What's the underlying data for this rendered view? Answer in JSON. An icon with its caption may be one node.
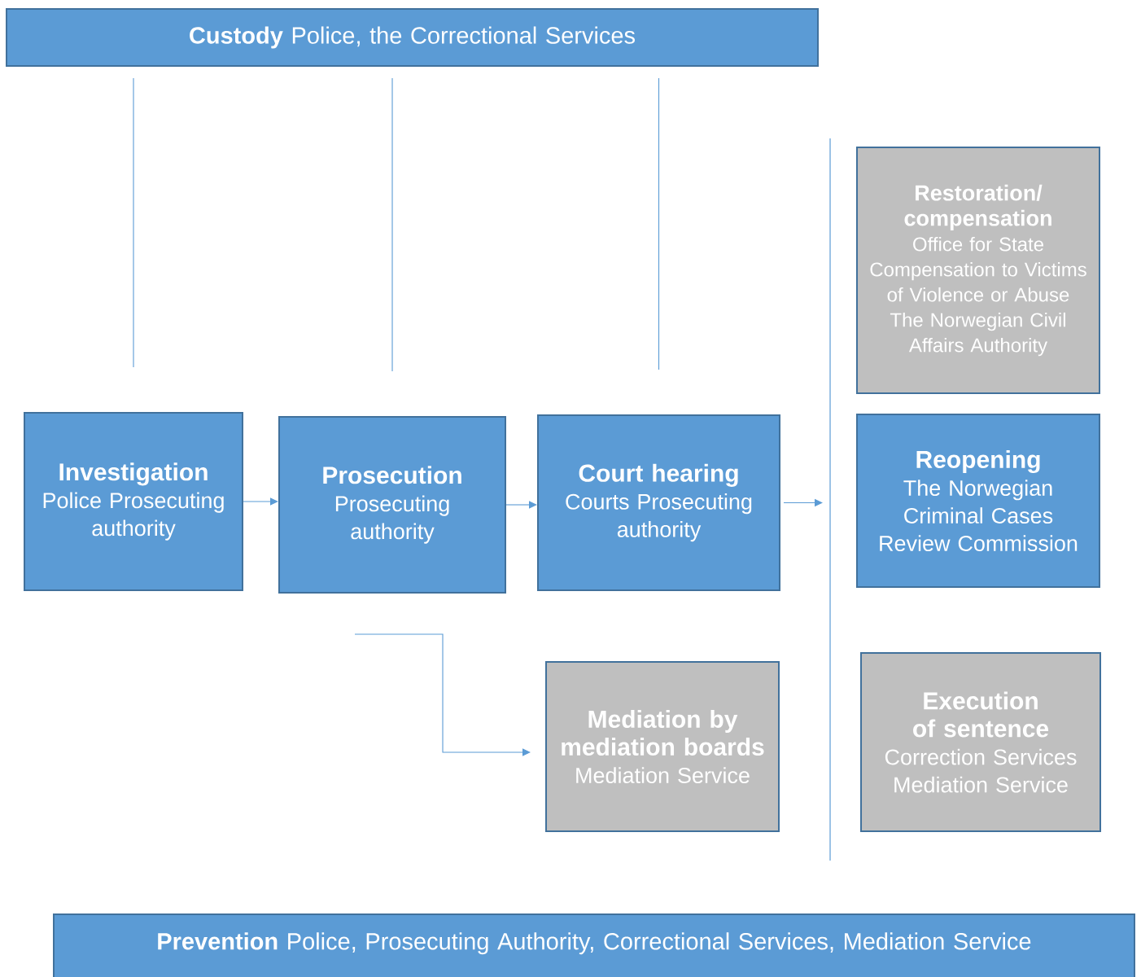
{
  "diagram": {
    "nodes": [
      {
        "text": [
          "**Custody** Police, the Correctional Services"
        ]
      },
      {
        "text": [
          "Investigation",
          "Police Prosecuting authority"
        ]
      },
      {
        "text": [
          "Prosecution",
          "Prosecuting authority"
        ]
      },
      {
        "text": [
          "Court hearing",
          "Courts Prosecuting authority"
        ]
      },
      {
        "text": [
          "Restoration/ compensation",
          "Office for State Compensation to Victims of Violence or Abuse",
          "The Norwegian Civil Affairs Authority"
        ]
      },
      {
        "text": [
          "Reopening",
          "The Norwegian Criminal Cases Review Commission"
        ]
      },
      {
        "text": [
          "Mediation by mediation boards",
          "Mediation Service"
        ]
      },
      {
        "text": [
          "Execution of sentence",
          "Correction Services",
          "Mediation Service"
        ]
      },
      {
        "text": [
          "**Prevention** Police, Prosecuting Authority, Correctional Services, Mediation Service"
        ]
      }
    ],
    "edges": [
      {
        "from": 0,
        "to": 1,
        "arrow": "none"
      },
      {
        "from": 0,
        "to": 2,
        "arrow": "none"
      },
      {
        "from": 0,
        "to": 3,
        "arrow": "none"
      },
      {
        "from": 1,
        "to": 2,
        "arrow": "to"
      },
      {
        "from": 2,
        "to": 3,
        "arrow": "to"
      },
      {
        "from": 3,
        "to": null,
        "arrow": "to"
      },
      {
        "from": null,
        "to": 6,
        "arrow": "to"
      }
    ]
  }
}
